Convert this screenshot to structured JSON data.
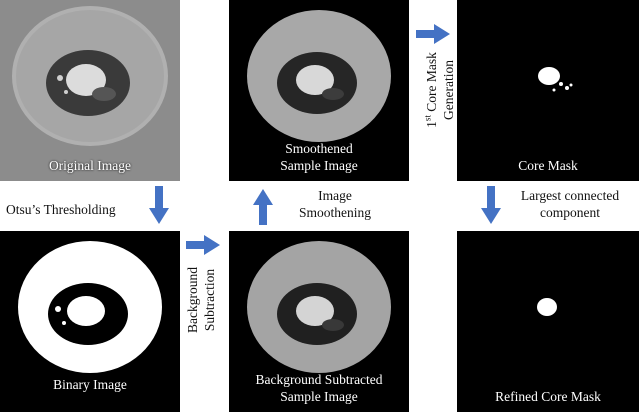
{
  "panels": {
    "original": {
      "caption": "Original Image"
    },
    "binary": {
      "caption": "Binary Image"
    },
    "smoothened": {
      "caption_line1": "Smoothened",
      "caption_line2": "Sample Image"
    },
    "bg_subtracted": {
      "caption_line1": "Background Subtracted",
      "caption_line2": "Sample Image"
    },
    "core_mask": {
      "caption": "Core Mask"
    },
    "refined": {
      "caption": "Refined Core Mask"
    }
  },
  "steps": {
    "otsu": "Otsu’s Thresholding",
    "bg_sub_line1": "Background",
    "bg_sub_line2": "Subtraction",
    "smooth_line1": "Image",
    "smooth_line2": "Smoothening",
    "core_gen_sup": "st",
    "core_gen_num": "1",
    "core_gen_rest": " Core Mask",
    "core_gen_line2": "Generation",
    "largest_line1": "Largest connected",
    "largest_line2": "component"
  },
  "colors": {
    "arrow": "#4472c4",
    "background": "#000000"
  }
}
